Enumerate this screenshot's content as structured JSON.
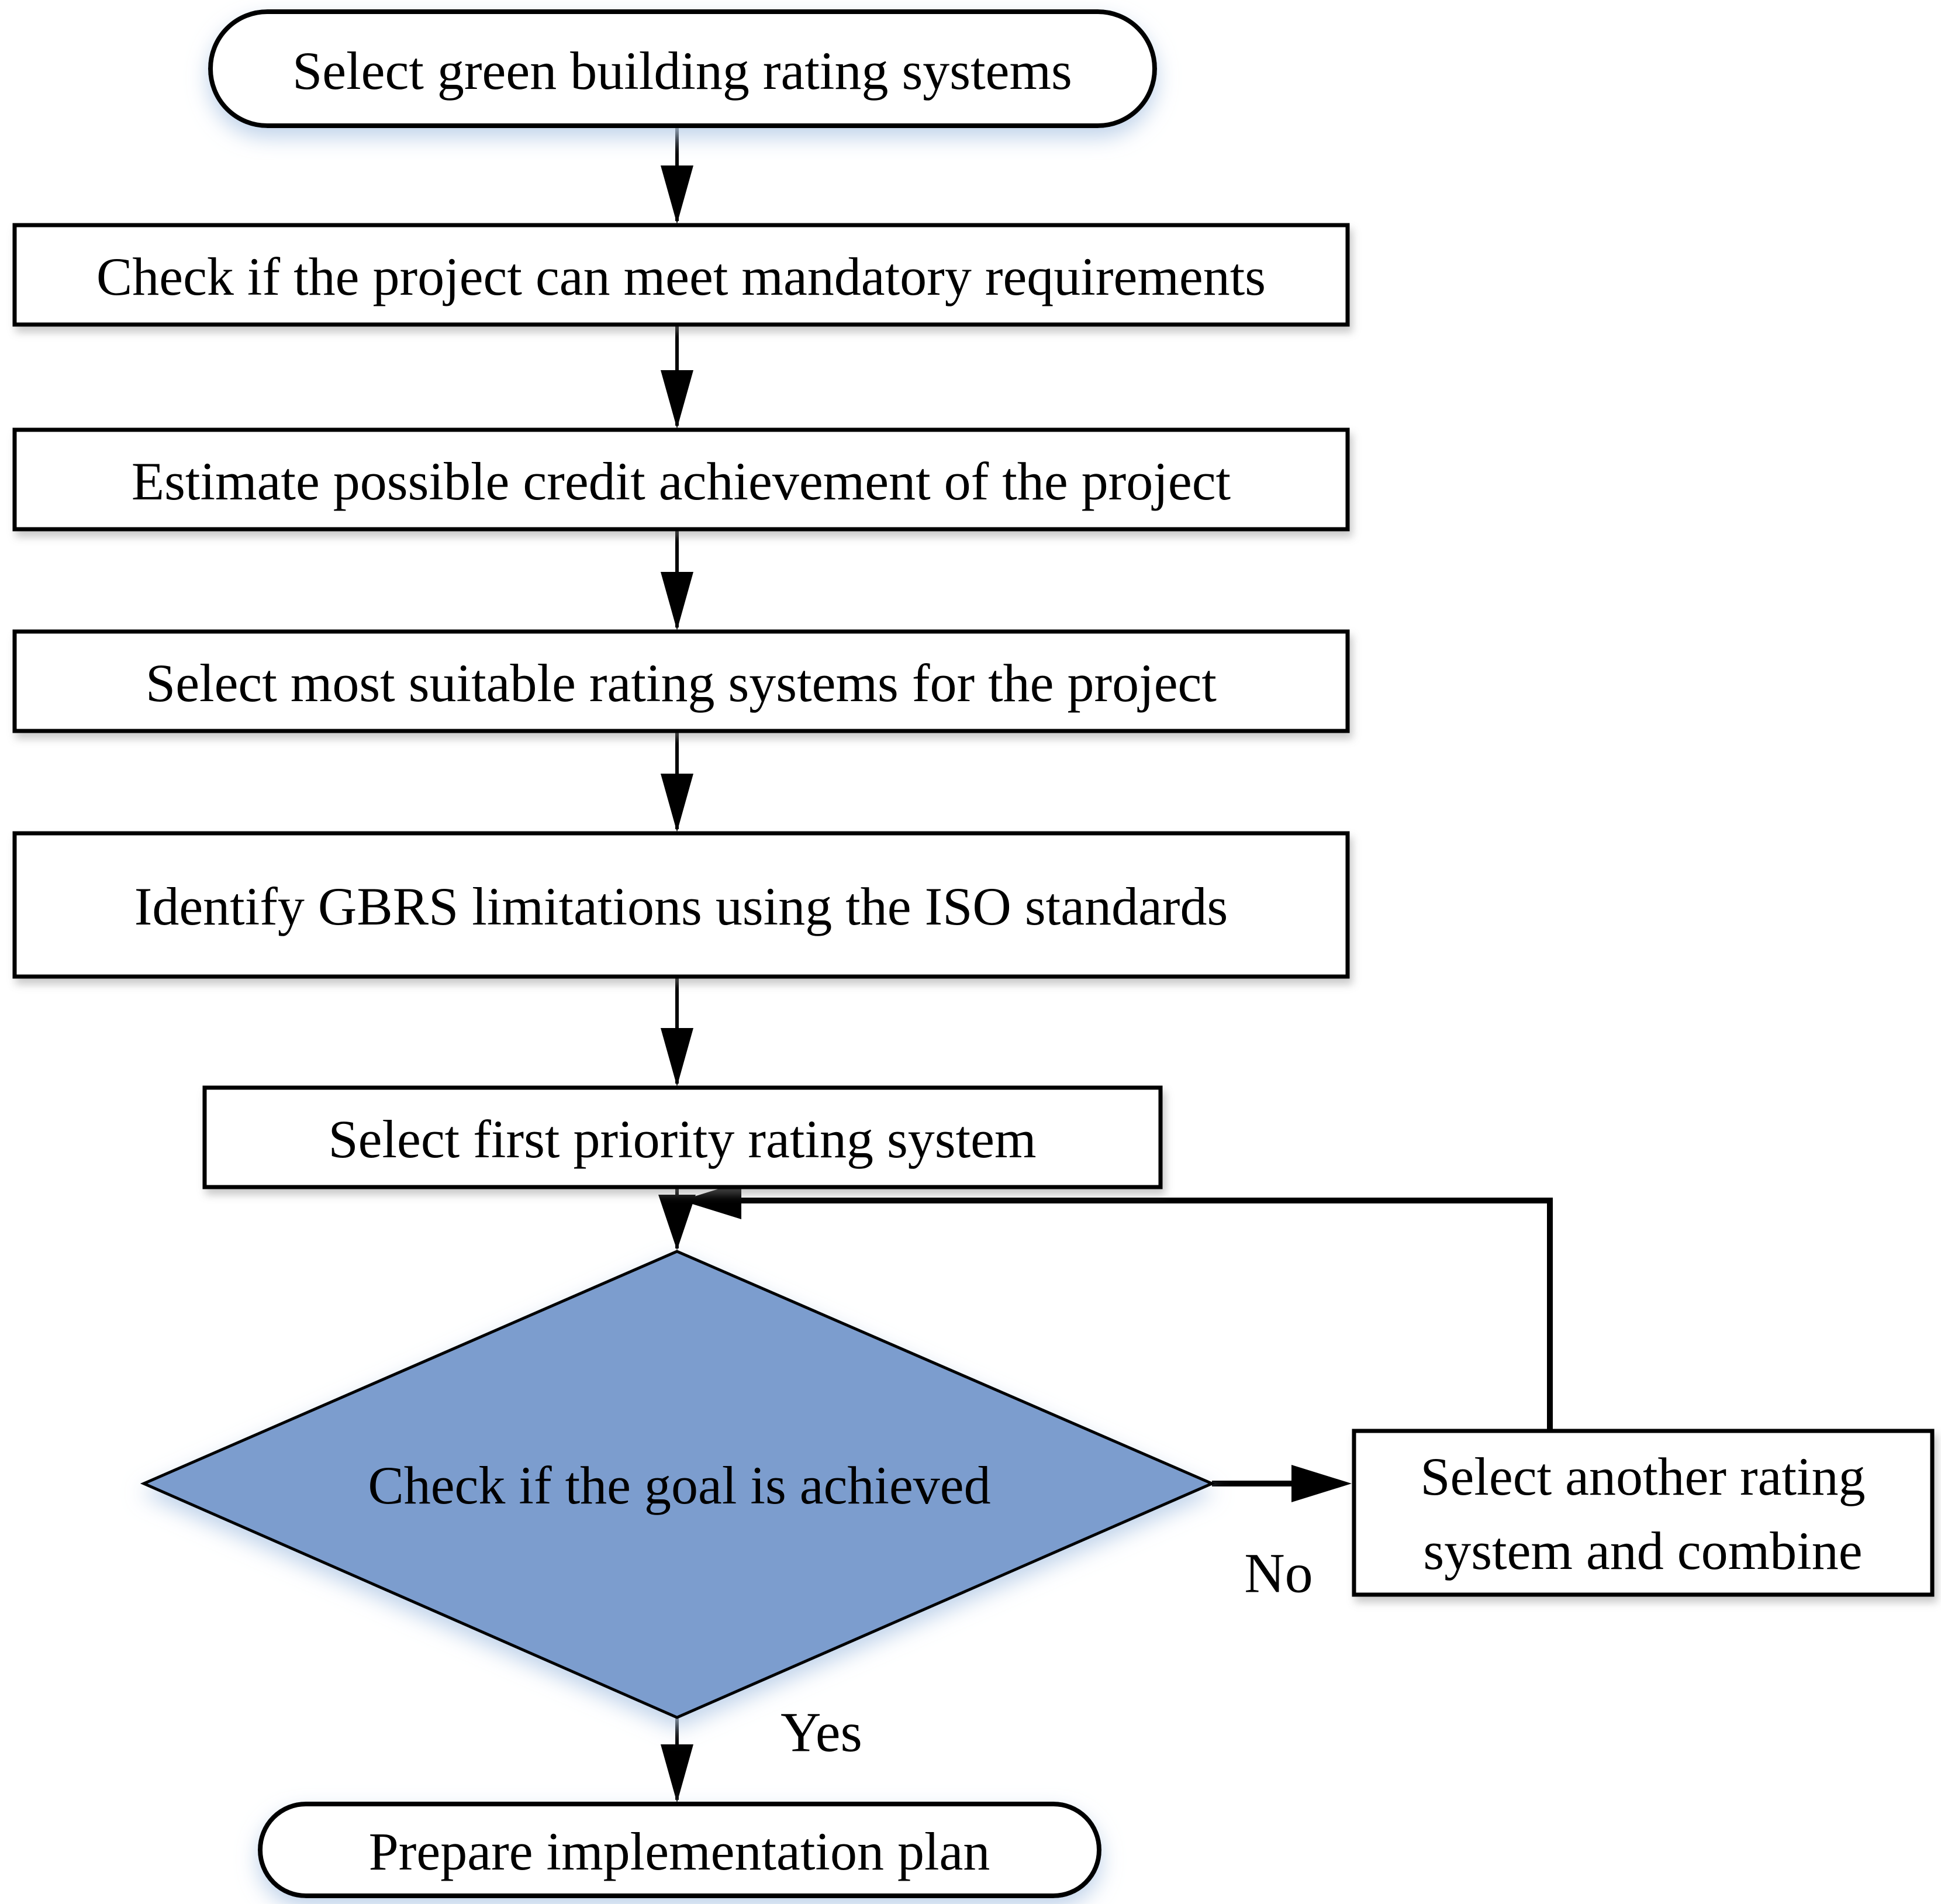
{
  "diagram": {
    "type": "flowchart",
    "title": "Green building rating system selection process",
    "colors": {
      "decision_fill": "#7C9DCE",
      "process_fill": "#FFFFFF",
      "stroke": "#000000"
    },
    "nodes": [
      {
        "id": "start",
        "shape": "terminator",
        "label": "Select green building rating systems"
      },
      {
        "id": "check-mandatory",
        "shape": "process",
        "label": "Check if the project can meet mandatory requirements"
      },
      {
        "id": "estimate-credit",
        "shape": "process",
        "label": "Estimate possible credit achievement of the project"
      },
      {
        "id": "select-suitable",
        "shape": "process",
        "label": "Select most suitable rating systems for the project"
      },
      {
        "id": "identify-limitations",
        "shape": "process",
        "label": "Identify GBRS limitations using the ISO standards"
      },
      {
        "id": "select-first-priority",
        "shape": "process",
        "label": "Select first priority rating system"
      },
      {
        "id": "goal-check",
        "shape": "decision",
        "label": "Check if the goal is achieved"
      },
      {
        "id": "select-another",
        "shape": "process",
        "label": "Select another rating system and combine",
        "lines": [
          "Select another rating",
          "system and combine"
        ]
      },
      {
        "id": "prepare-plan",
        "shape": "terminator",
        "label": "Prepare implementation plan"
      }
    ],
    "edges": [
      {
        "from": "start",
        "to": "check-mandatory",
        "label": ""
      },
      {
        "from": "check-mandatory",
        "to": "estimate-credit",
        "label": ""
      },
      {
        "from": "estimate-credit",
        "to": "select-suitable",
        "label": ""
      },
      {
        "from": "select-suitable",
        "to": "identify-limitations",
        "label": ""
      },
      {
        "from": "identify-limitations",
        "to": "select-first-priority",
        "label": ""
      },
      {
        "from": "select-first-priority",
        "to": "goal-check",
        "label": ""
      },
      {
        "from": "goal-check",
        "to": "select-another",
        "label": "No"
      },
      {
        "from": "select-another",
        "to": "goal-check",
        "label": ""
      },
      {
        "from": "goal-check",
        "to": "prepare-plan",
        "label": "Yes"
      }
    ]
  }
}
